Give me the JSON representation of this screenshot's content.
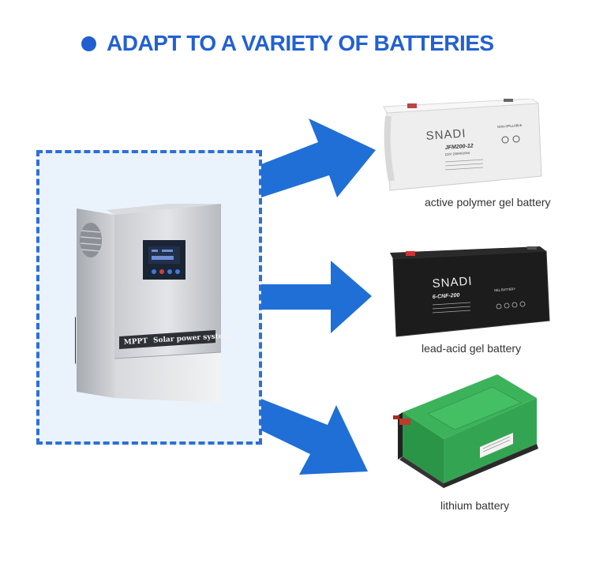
{
  "title": {
    "text": "ADAPT TO A VARIETY OF BATTERIES"
  },
  "device": {
    "label_bold": "MPPT",
    "label_rest": "Solar power system"
  },
  "batteries": [
    {
      "caption": "active polymer gel battery",
      "brand": "SNADI",
      "model": "JFM200-12",
      "spec": "(12V 200Ah/10hr)",
      "tag": "NON-SPILLABLE"
    },
    {
      "caption": "lead-acid gel battery",
      "brand": "SNADI",
      "model": "6-CNF-200",
      "tag": "GEL BATTERY"
    },
    {
      "caption": "lithium battery"
    }
  ],
  "colors": {
    "accent_blue": "#2261d2",
    "arrow_blue": "#1f6fd6",
    "frame_fill": "#eaf3fb",
    "lithium_green": "#2fa84f"
  },
  "icons": [
    "bullet-dot-icon",
    "arrow-right-icon"
  ]
}
